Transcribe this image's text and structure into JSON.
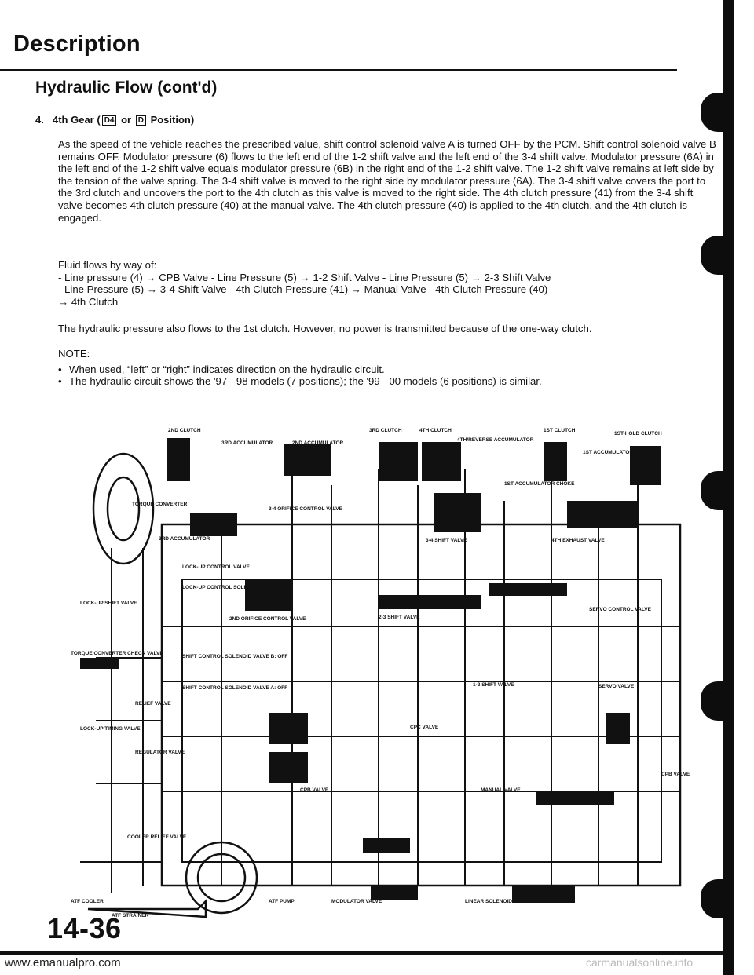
{
  "header": {
    "title": "Description"
  },
  "section": {
    "title": "Hydraulic Flow (cont'd)"
  },
  "step": {
    "number": "4.",
    "text_before": "4th Gear (",
    "box1": "D4",
    "text_mid": " or ",
    "box2": "D",
    "text_after": " Position)"
  },
  "body": {
    "paragraph1": "As the speed of the vehicle reaches the prescribed value, shift control solenoid valve A is turned OFF by the PCM. Shift control solenoid valve B remains OFF. Modulator pressure (6) flows to the left end of the 1-2 shift valve and the left end of the 3-4 shift valve. Modulator pressure (6A) in the left end of the 1-2 shift valve equals modulator pressure (6B) in the right end of the 1-2 shift valve. The 1-2 shift valve remains at left side by the tension of the valve spring. The 3-4 shift valve is moved to the right side by modulator pressure (6A). The 3-4 shift valve covers the port to the 3rd clutch and uncovers the port to the 4th clutch as this valve is moved to the right side. The 4th clutch pressure (41) from the 3-4 shift valve becomes 4th clutch pressure (40) at the manual valve. The 4th clutch pressure (40) is applied to the 4th clutch, and the 4th clutch is engaged.",
    "flow_intro": "Fluid flows by way of:",
    "flow_lines": [
      "- Line pressure (4) → CPB Valve - Line Pressure (5) → 1-2 Shift Valve - Line Pressure (5) → 2-3 Shift Valve",
      "- Line Pressure (5) → 3-4 Shift Valve - 4th Clutch Pressure (41) → Manual Valve - 4th Clutch Pressure (40)",
      "→ 4th Clutch"
    ],
    "paragraph2": "The hydraulic pressure also flows to the 1st clutch. However, no power is transmitted because of the one-way clutch.",
    "note_heading": "NOTE:",
    "notes": [
      "When used, “left” or “right” indicates direction on the hydraulic circuit.",
      "The hydraulic circuit shows the '97 - 98 models (7 positions); the '99 - 00 models (6 positions) is similar."
    ]
  },
  "diagram": {
    "labels": {
      "second_clutch": "2ND CLUTCH",
      "third_accumulator": "3RD ACCUMULATOR",
      "second_accumulator": "2ND ACCUMULATOR",
      "third_clutch": "3RD CLUTCH",
      "fourth_clutch": "4TH CLUTCH",
      "fourth_reverse_accumulator": "4TH/REVERSE ACCUMULATOR",
      "first_clutch": "1ST CLUTCH",
      "first_hold_clutch": "1ST-HOLD CLUTCH",
      "first_accumulator": "1ST ACCUMULATOR",
      "torque_converter": "TORQUE CONVERTER",
      "first_hold_accumulator": "1ST ACCUMULATOR CHOKE",
      "three_four_orifice": "3-4 ORIFICE CONTROL VALVE",
      "three_four_shift_valve": "3-4 SHIFT VALVE",
      "fourth_exhaust_valve": "4TH EXHAUST VALVE",
      "third_accumulator_piston": "3RD ACCUMULATOR",
      "lockup_control_valve": "LOCK-UP CONTROL VALVE",
      "servo_control_valve": "SERVO CONTROL VALVE",
      "lockup_shift_valve": "LOCK-UP SHIFT VALVE",
      "lockup_solenoid": "LOCK-UP CONTROL SOLENOID VALVE",
      "two_three_shift_valve": "2-3 SHIFT VALVE",
      "two_orifice": "2ND ORIFICE CONTROL VALVE",
      "shift_control_b": "SHIFT CONTROL SOLENOID VALVE B: OFF",
      "shift_control_a": "SHIFT CONTROL SOLENOID VALVE A: OFF",
      "torque_converter_check": "TORQUE CONVERTER CHECK VALVE",
      "one_two_shift_valve": "1-2 SHIFT VALVE",
      "servo_valve": "SERVO VALVE",
      "relief_valve": "RELIEF VALVE",
      "cpc_valve": "CPC VALVE",
      "lockup_timing": "LOCK-UP TIMING VALVE",
      "regulator_valve": "REGULATOR VALVE",
      "cpb_valve": "CPB VALVE",
      "manual_valve": "MANUAL VALVE",
      "cooler_relief": "COOLER RELIEF VALVE",
      "atf_pump": "ATF PUMP",
      "modulator_valve": "MODULATOR VALVE",
      "linear_solenoid": "LINEAR SOLENOID",
      "atf_cooler": "ATF COOLER",
      "atf_strainer": "ATF STRAINER"
    }
  },
  "footer": {
    "page_number": "14-36",
    "url": "www.emanualpro.com",
    "url_right": "carmanualsonline.info"
  }
}
